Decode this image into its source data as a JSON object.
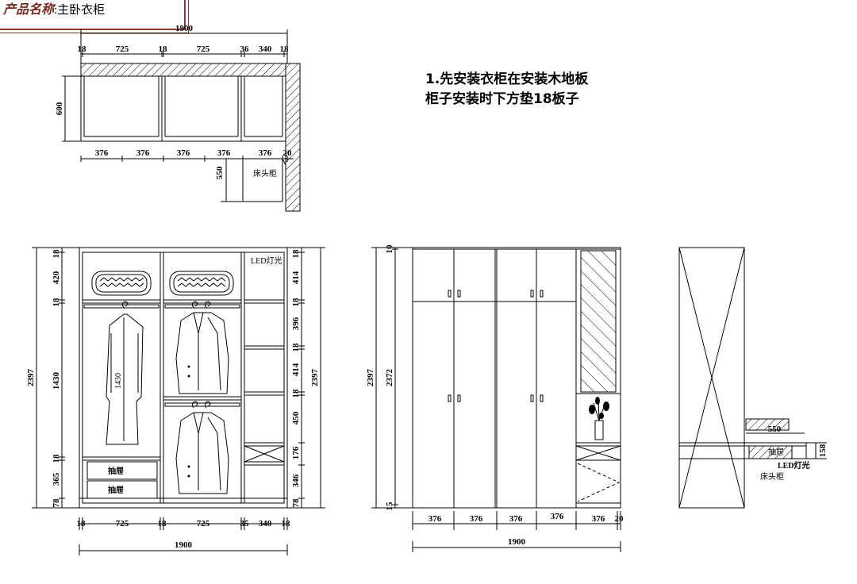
{
  "product": {
    "label": "产品名称",
    "name": ":主卧衣柜"
  },
  "note": {
    "line1": "1.先安装衣柜在安装木地板",
    "line2": "柜子安装时下方垫18板子"
  },
  "plan": {
    "total": "1900",
    "top_dims": [
      "18",
      "725",
      "18",
      "725",
      "36",
      "340",
      "18"
    ],
    "bottom_dims": [
      "376",
      "376",
      "376",
      "376",
      "376",
      "20"
    ],
    "depth": "600",
    "ext_depth": "550",
    "bedside": "床头柜"
  },
  "interior": {
    "left_dims": [
      "18",
      "420",
      "18",
      "1430",
      "18",
      "365",
      "78"
    ],
    "left_total": "2397",
    "right_dims": [
      "18",
      "414",
      "18",
      "396",
      "18",
      "414",
      "18",
      "450",
      "176",
      "346",
      "78"
    ],
    "right_total": "2397",
    "bottom_dims": [
      "18",
      "725",
      "18",
      "725",
      "35",
      "340",
      "18"
    ],
    "total": "1900",
    "led": "LED灯光",
    "drawer1": "抽屉",
    "drawer2": "抽屉",
    "hang_mark": "1430"
  },
  "front": {
    "top_dim": "10",
    "height": "2372",
    "total_height": "2397",
    "bottom_dim": "15",
    "bottom_dims": [
      "376",
      "376",
      "376",
      "376",
      "376",
      "20"
    ],
    "total": "1900"
  },
  "side": {
    "dim550": "550",
    "dim158": "158",
    "drawer": "抽屉",
    "led": "LED灯光",
    "bedside": "床头柜"
  }
}
